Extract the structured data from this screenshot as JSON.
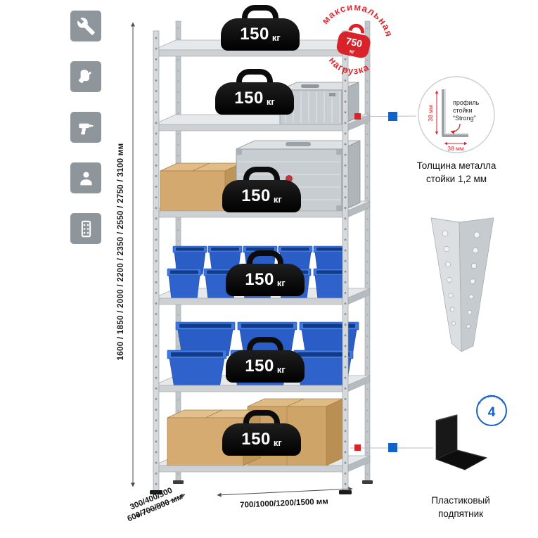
{
  "colors": {
    "red": "#d8232a",
    "blue": "#1461c8",
    "icon_bg": "#8e959b",
    "metal": "#d5d9dc"
  },
  "left_toolbar": {
    "icons": [
      {
        "name": "wrench-icon"
      },
      {
        "name": "gloves-icon"
      },
      {
        "name": "drill-icon"
      },
      {
        "name": "person-icon"
      },
      {
        "name": "rack-post-icon"
      }
    ]
  },
  "rack": {
    "levels": 6,
    "shelf_badge": {
      "value": "150",
      "unit": "кг"
    }
  },
  "stamp": {
    "arc_top": "максимальная",
    "arc_bottom": "нагрузка",
    "value": "750",
    "unit": "кг"
  },
  "dimensions": {
    "height": "1600 / 1850 / 2000 / 2200 / 2350 / 2550 / 2750 / 3100 мм",
    "width": "700/1000/1200/1500 мм",
    "depth_line1": "300/400/500",
    "depth_line2": "600/700/800 мм"
  },
  "profile_callout": {
    "dim_v": "38 мм",
    "dim_h": "38 мм",
    "label1": "профиль",
    "label2": "стойки",
    "label3": "“Strong”",
    "caption1": "Толщина металла",
    "caption2": "стойки 1,2 мм"
  },
  "foot_callout": {
    "badge_value": "4",
    "badge_text": "в комплекте",
    "caption1": "Пластиковый",
    "caption2": "подпятник"
  }
}
